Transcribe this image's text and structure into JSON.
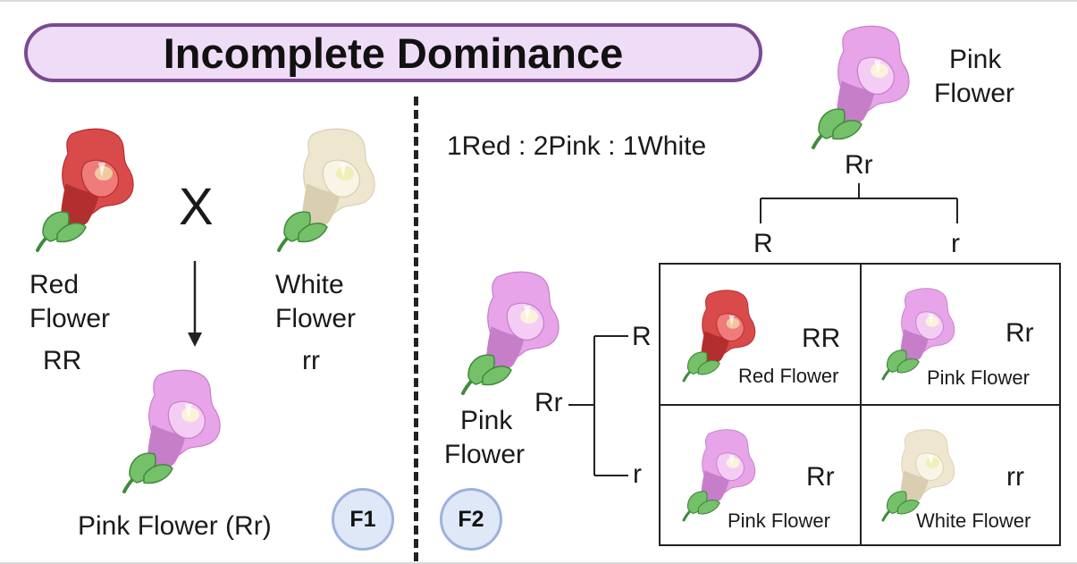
{
  "title": "Incomplete Dominance",
  "left": {
    "cross_symbol": "X",
    "red_parent": {
      "line1": "Red",
      "line2": "Flower",
      "genotype": "RR"
    },
    "white_parent": {
      "line1": "White",
      "line2": "Flower",
      "genotype": "rr"
    },
    "offspring_label": "Pink Flower (Rr)",
    "badge": "F1"
  },
  "right": {
    "ratio": "1Red : 2Pink : 1White",
    "badge": "F2",
    "top_parent": {
      "line1": "Pink",
      "line2": "Flower",
      "genotype": "Rr",
      "allele_left": "R",
      "allele_right": "r"
    },
    "side_parent": {
      "line1": "Pink",
      "line2": "Flower",
      "genotype": "Rr",
      "allele_top": "R",
      "allele_bottom": "r"
    },
    "punnett": [
      {
        "genotype": "RR",
        "label": "Red Flower",
        "color": "red"
      },
      {
        "genotype": "Rr",
        "label": "Pink Flower",
        "color": "pink"
      },
      {
        "genotype": "Rr",
        "label": "Pink Flower",
        "color": "pink"
      },
      {
        "genotype": "rr",
        "label": "White Flower",
        "color": "white"
      }
    ]
  },
  "palette": {
    "red": {
      "petal": "#d94a4a",
      "light": "#ef7b7b",
      "dark": "#b32f2f",
      "throat": "#f1c9a0"
    },
    "pink": {
      "petal": "#e7a4e8",
      "light": "#f4cdf4",
      "dark": "#c77ec9",
      "throat": "#fbf3d9"
    },
    "white": {
      "petal": "#efe6cf",
      "light": "#f8f4e6",
      "dark": "#d9ceb0",
      "throat": "#eef0b8"
    },
    "leaf": "#74c16a",
    "leaf_dark": "#3f8a3c",
    "accent": "#7b4a93"
  }
}
